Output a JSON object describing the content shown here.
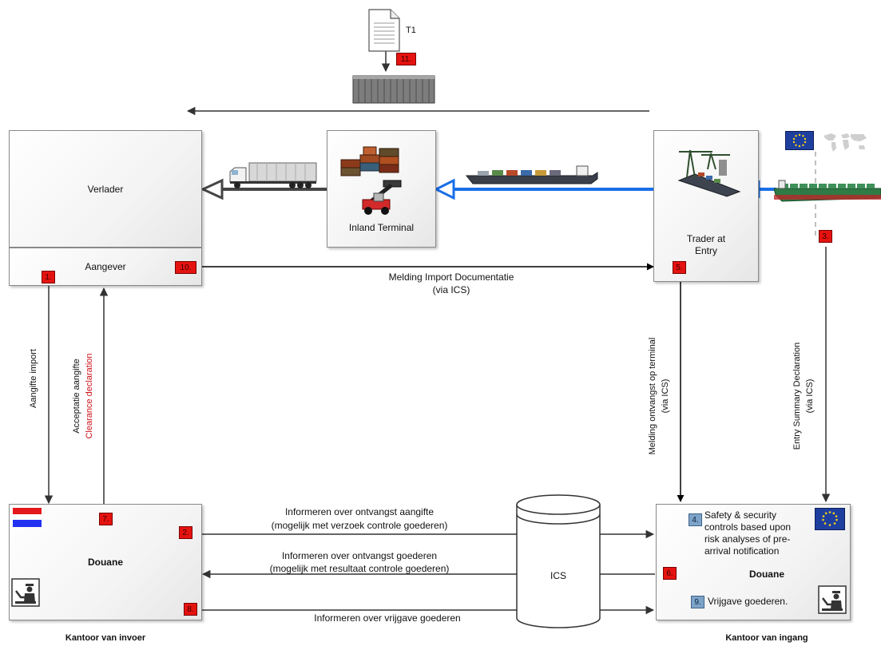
{
  "document": {
    "label": "T1",
    "badge": "11."
  },
  "top_left": {
    "verlader": "Verlader",
    "aangever": "Aangever",
    "badge_1": "1.",
    "badge_10": "10."
  },
  "inland_terminal": {
    "label": "Inland Terminal"
  },
  "trader": {
    "label_line1": "Trader at",
    "label_line2": "Entry",
    "badge": "5."
  },
  "badge_3": "3.",
  "melding_import": {
    "line1": "Melding Import Documentatie",
    "line2": "(via ICS)"
  },
  "vertical": {
    "aangifte_import": "Aangifte import",
    "acceptatie": "Acceptatie aangifte",
    "clearance": "Clearance declaration",
    "melding_ontvangst": "Melding ontvangst op terminal",
    "melding_via": "(via ICS)",
    "entry_summary": "Entry Summary Declaration",
    "entry_via": "(via ICS)"
  },
  "invoer": {
    "title": "Douane",
    "caption": "Kantoor van invoer",
    "badge_7": "7.",
    "badge_2": "2.",
    "badge_8": "8."
  },
  "ics": {
    "label": "ICS"
  },
  "messages": {
    "m1_line1": "Informeren over ontvangst aangifte",
    "m1_line2": "(mogelijk met verzoek controle goederen)",
    "m2_line1": "Informeren over ontvangst goederen",
    "m2_line2": "(mogelijk met resultaat controle goederen)",
    "m3": "Informeren over vrijgave goederen"
  },
  "ingang": {
    "title": "Douane",
    "caption": "Kantoor van ingang",
    "badge_4": "4.",
    "badge_6": "6.",
    "badge_9": "9.",
    "safety_line1": "Safety & security",
    "safety_line2": "controls based upon",
    "safety_line3": "risk analyses of pre-",
    "safety_line4": "arrival notification",
    "vrijgave": "Vrijgave goederen."
  },
  "colors": {
    "badge_red": "#e5130f",
    "badge_blue": "#7ea3c9",
    "flow_blue": "#1a6fe8",
    "clearance_red": "#d0121b",
    "eu_blue": "#1f3f9e",
    "nl_red": "#e3171c",
    "nl_blue": "#2232f0"
  }
}
